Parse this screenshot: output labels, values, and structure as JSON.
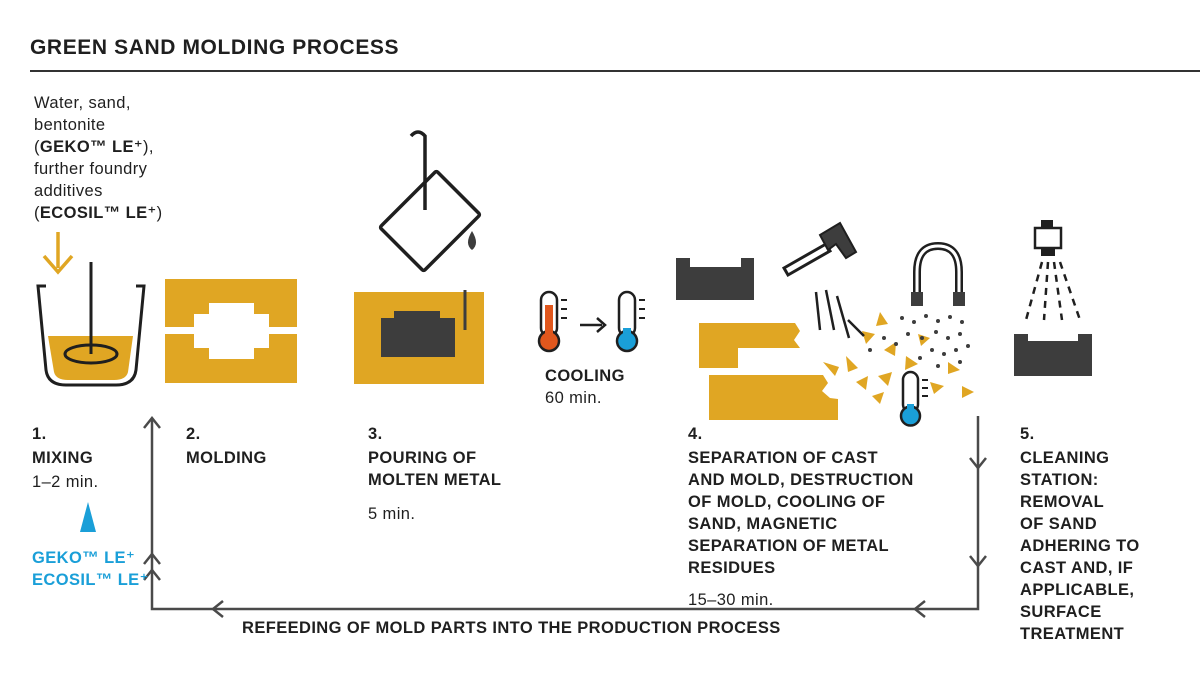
{
  "title": "GREEN SAND MOLDING PROCESS",
  "ingredients": {
    "line1": "Water, sand,",
    "line2": "bentonite",
    "line3_pre": "(",
    "line3_bold": "GEKO™ LE⁺",
    "line3_post": "),",
    "line4": "further foundry",
    "line5": "additives",
    "line6_pre": "(",
    "line6_bold": "ECOSIL™ LE⁺",
    "line6_post": ")"
  },
  "cooling": {
    "label": "COOLING",
    "duration": "60 min."
  },
  "steps": [
    {
      "number": "1.",
      "lines": [
        "MIXING"
      ],
      "duration": "1–2 min."
    },
    {
      "number": "2.",
      "lines": [
        "MOLDING"
      ],
      "duration": ""
    },
    {
      "number": "3.",
      "lines": [
        "POURING OF",
        "MOLTEN METAL"
      ],
      "duration": "5 min."
    },
    {
      "number": "4.",
      "lines": [
        "SEPARATION OF CAST",
        "AND MOLD, DESTRUCTION",
        "OF MOLD, COOLING OF",
        "SAND, MAGNETIC",
        "SEPARATION OF METAL",
        "RESIDUES"
      ],
      "duration": "15–30 min."
    },
    {
      "number": "5.",
      "lines": [
        "CLEANING",
        "STATION:",
        "REMOVAL",
        "OF SAND",
        "ADHERING TO",
        "CAST AND, IF",
        "APPLICABLE,",
        "SURFACE",
        "TREATMENT"
      ],
      "duration": ""
    }
  ],
  "additives": [
    "GEKO™ LE⁺",
    "ECOSIL™ LE⁺"
  ],
  "refeed_label": "REFEEDING OF MOLD PARTS INTO THE PRODUCTION PROCESS",
  "colors": {
    "sand": "#e0a623",
    "metal": "#3d3d3d",
    "line": "#4a4a4a",
    "accent_blue": "#1a9fd8",
    "hot": "#e1571d"
  },
  "icons": [
    "mixing-vessel-icon",
    "mold-icon",
    "pouring-ladle-icon",
    "thermometer-hot-icon",
    "thermometer-cold-icon",
    "hammer-icon",
    "magnet-icon",
    "spray-nozzle-icon"
  ]
}
